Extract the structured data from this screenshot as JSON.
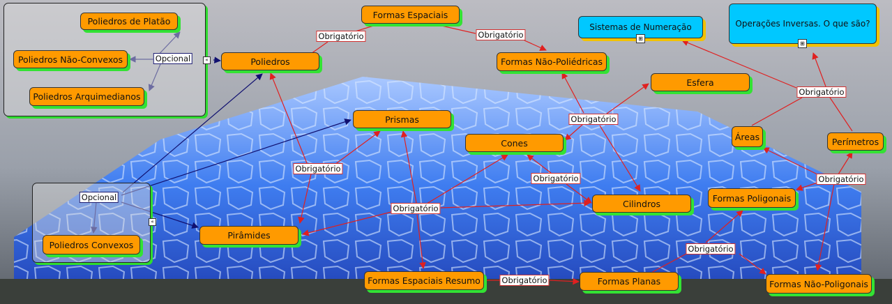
{
  "nodes": {
    "platao": "Poliedros de Platão",
    "nao_convexos": "Poliedros Não-Convexos",
    "arquimedianos": "Poliedros Arquimedianos",
    "poliedros": "Poliedros",
    "formas_espaciais": "Formas Espaciais",
    "nao_poliedricas": "Formas Não-Poliédricas",
    "sistemas": "Sistemas de Numeração",
    "operacoes": "Operações Inversas. O que são?",
    "esfera": "Esfera",
    "prismas": "Prismas",
    "cones": "Cones",
    "areas": "Áreas",
    "perimetros": "Perímetros",
    "cilindros": "Cilindros",
    "poligonais": "Formas Poligonais",
    "piramides": "Pirâmides",
    "convexos": "Poliedros Convexos",
    "resumo": "Formas Espaciais Resumo",
    "planas": "Formas Planas",
    "nao_poligonais": "Formas Não-Poligonais"
  },
  "labels": {
    "obrigatorio": "Obrigatório",
    "opcional": "Opcional"
  },
  "icons": {
    "collapse": "collapse-icon",
    "submap": "submap-icon"
  },
  "colors": {
    "node": "#ff9a00",
    "node_shadow": "#33e233",
    "blue_node": "#00c8ff",
    "blue_shadow": "#f2c200",
    "required_link": "#e02020",
    "optional_link": "#101070"
  }
}
